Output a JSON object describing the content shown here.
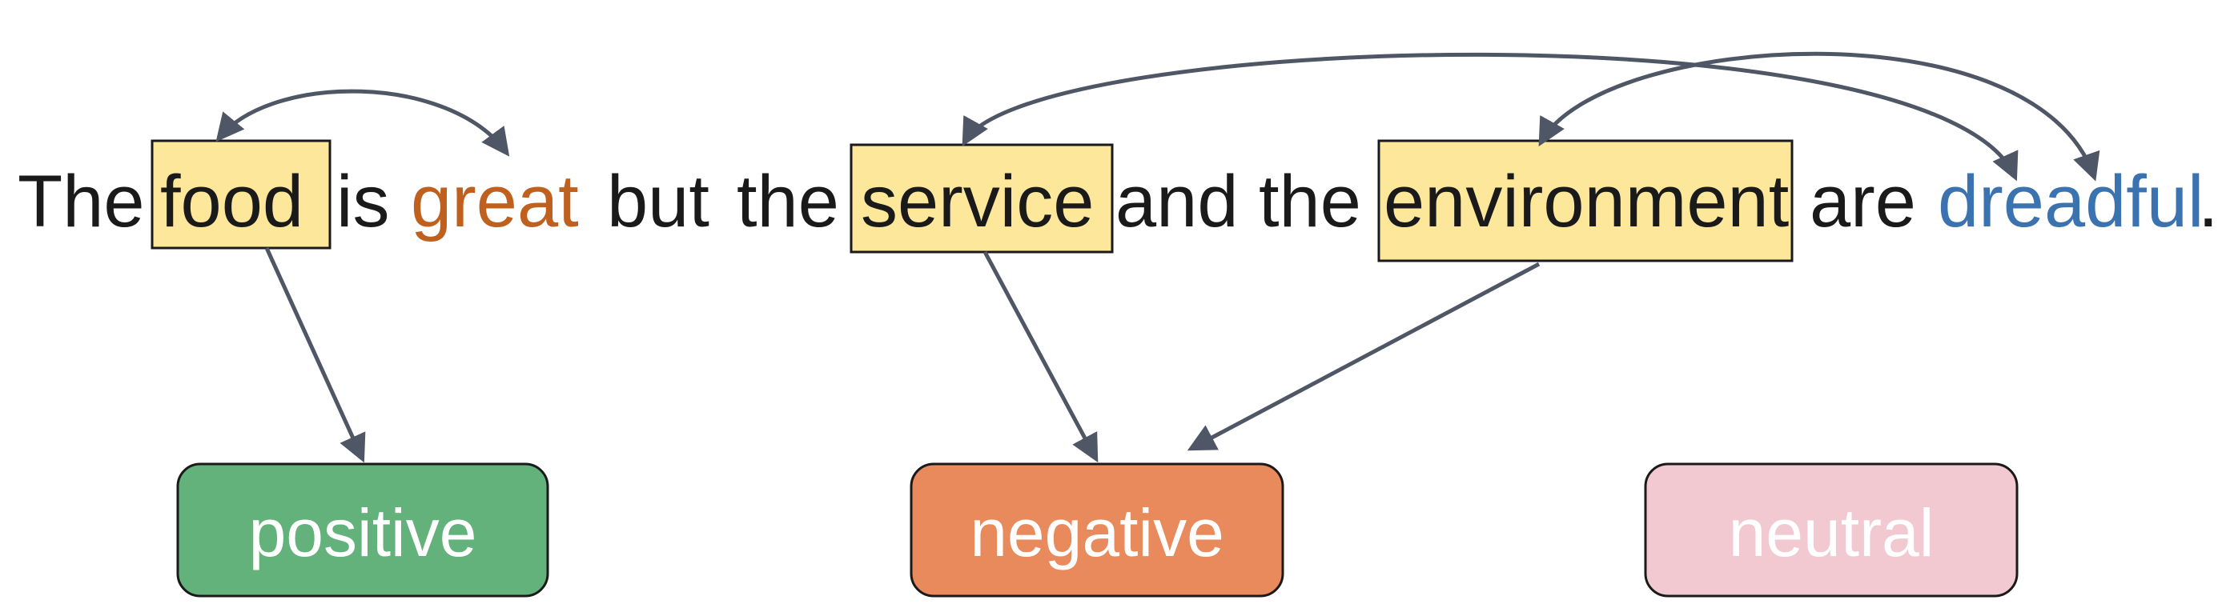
{
  "sentence": {
    "words": [
      {
        "text": "The",
        "color": "#1a1a1a",
        "role": "plain"
      },
      {
        "text": "food",
        "color": "#1a1a1a",
        "role": "aspect"
      },
      {
        "text": "is",
        "color": "#1a1a1a",
        "role": "plain"
      },
      {
        "text": "great",
        "color": "#c0601f",
        "role": "opinion"
      },
      {
        "text": "but",
        "color": "#1a1a1a",
        "role": "plain"
      },
      {
        "text": "the",
        "color": "#1a1a1a",
        "role": "plain"
      },
      {
        "text": "service",
        "color": "#1a1a1a",
        "role": "aspect"
      },
      {
        "text": "and",
        "color": "#1a1a1a",
        "role": "plain"
      },
      {
        "text": "the",
        "color": "#1a1a1a",
        "role": "plain"
      },
      {
        "text": "environment",
        "color": "#1a1a1a",
        "role": "aspect"
      },
      {
        "text": "are",
        "color": "#1a1a1a",
        "role": "plain"
      },
      {
        "text": "dreadful",
        "color": "#3b73b0",
        "role": "opinion"
      },
      {
        "text": ".",
        "color": "#1a1a1a",
        "role": "plain"
      }
    ],
    "aspect_highlight_color": "#fde79a"
  },
  "sentiments": [
    {
      "text": "positive",
      "fill": "#63b27b"
    },
    {
      "text": "negative",
      "fill": "#e98a5c"
    },
    {
      "text": "neutral",
      "fill": "#f2c9d1"
    }
  ],
  "links": {
    "opinion": [
      {
        "aspect": "food",
        "opinion": "great"
      },
      {
        "aspect": "service",
        "opinion": "dreadful"
      },
      {
        "aspect": "environment",
        "opinion": "dreadful"
      }
    ],
    "sentiment": [
      {
        "aspect": "food",
        "sentiment": "positive"
      },
      {
        "aspect": "service",
        "sentiment": "negative"
      },
      {
        "aspect": "environment",
        "sentiment": "negative"
      }
    ],
    "arrow_color": "#4f5665"
  }
}
